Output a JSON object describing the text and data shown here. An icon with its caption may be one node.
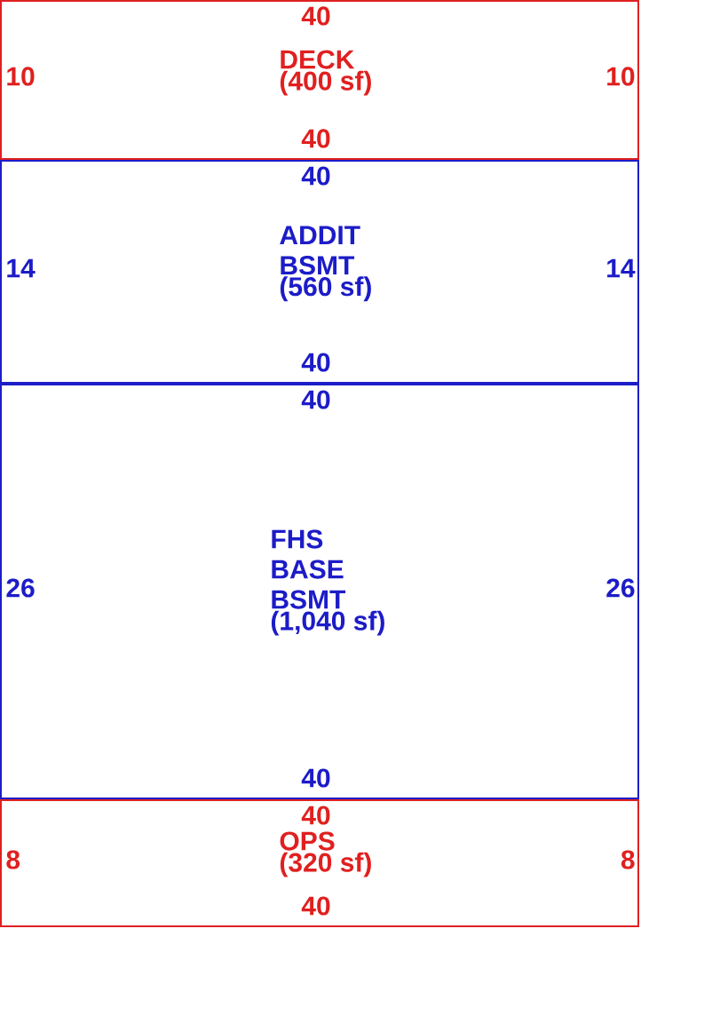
{
  "diagram": {
    "nodes": [
      {
        "text": [
          "DECK",
          "(400 sf)"
        ]
      },
      {
        "text": [
          "ADDIT BSMT",
          "(560 sf)"
        ]
      },
      {
        "text": [
          "FHS BASE BSMT",
          "(1,040 sf)"
        ]
      },
      {
        "text": [
          "OPS",
          "(320 sf)"
        ]
      }
    ],
    "labels": [
      "40",
      "10",
      "10",
      "40",
      "40",
      "14",
      "14",
      "40",
      "40",
      "26",
      "26",
      "40",
      "40",
      "8",
      "8",
      "40"
    ]
  }
}
